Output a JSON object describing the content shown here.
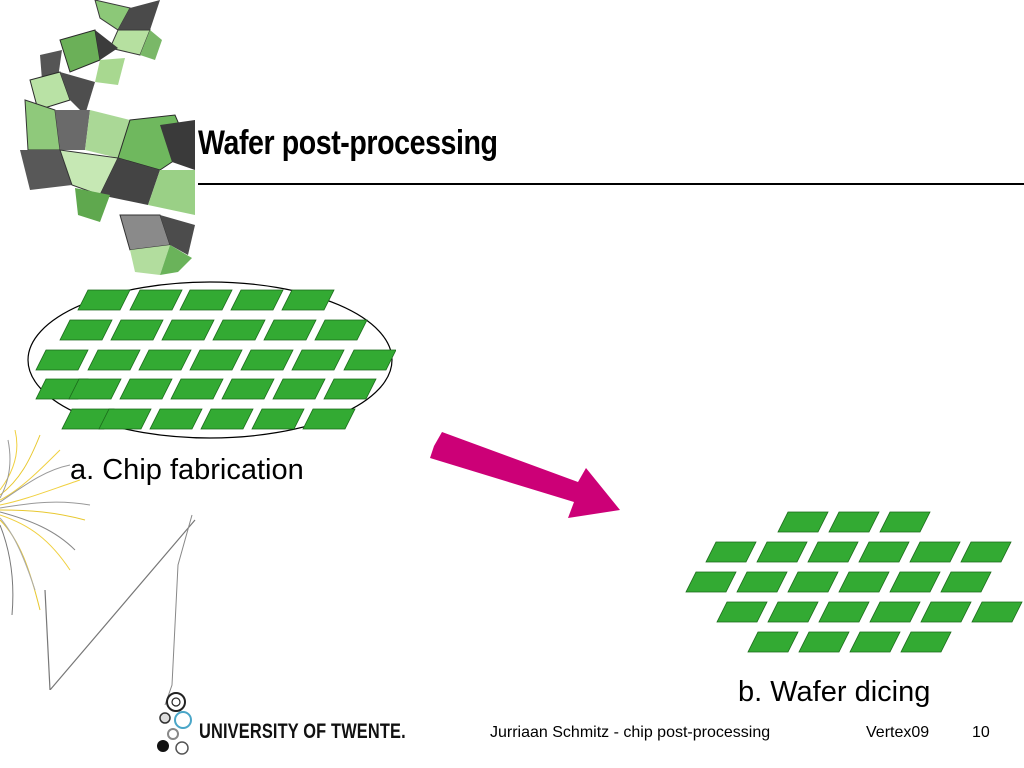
{
  "slide": {
    "title": "Wafer post-processing",
    "caption_a": "a. Chip fabrication",
    "caption_b": "b. Wafer dicing"
  },
  "footer": {
    "university": "UNIVERSITY OF TWENTE.",
    "author_talk": "Jurriaan Schmitz - chip post-processing",
    "event": "Vertex09",
    "page_number": "10"
  },
  "colors": {
    "chip_green": "#33aa33",
    "arrow_magenta": "#cc0077",
    "decor_green": "#8cc878",
    "decor_gray": "#5a5a5a",
    "decor_yellow": "#f0d040"
  },
  "icons": [
    "university-logo-icon",
    "decorative-polygon-art",
    "decorative-fiber-art"
  ]
}
